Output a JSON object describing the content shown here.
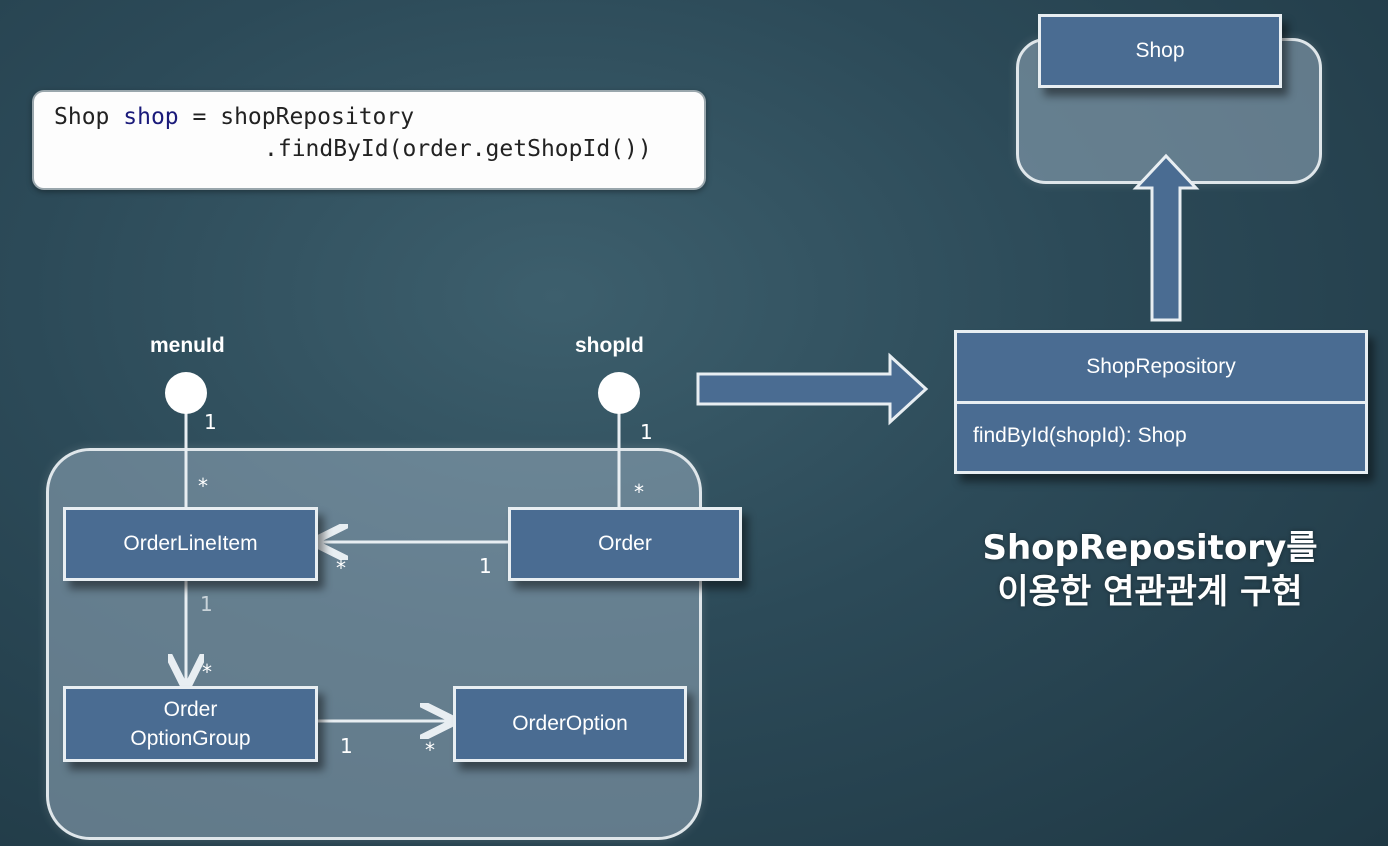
{
  "code": {
    "line1_type": "Shop",
    "line1_var": "shop",
    "line1_eq": "=",
    "line1_rest": "shopRepository",
    "line2": ".findById(order.getShopId())"
  },
  "interfaces": {
    "menu_id": "menuId",
    "shop_id": "shopId"
  },
  "classes": {
    "order_line_item": "OrderLineItem",
    "order": "Order",
    "order_option_group_line1": "Order",
    "order_option_group_line2": "OptionGroup",
    "order_option": "OrderOption",
    "shop": "Shop"
  },
  "repository": {
    "name": "ShopRepository",
    "method": "findById(shopId): Shop"
  },
  "multiplicities": {
    "menu_one": "1",
    "menu_many": "*",
    "shop_one": "1",
    "shop_many": "*",
    "order_line_many": "*",
    "order_one": "1",
    "line_group_one": "1",
    "line_group_many": "*",
    "group_option_one": "1",
    "group_option_many": "*"
  },
  "caption": {
    "line1": "ShopRepository를",
    "line2": "이용한 연관관계 구현"
  }
}
